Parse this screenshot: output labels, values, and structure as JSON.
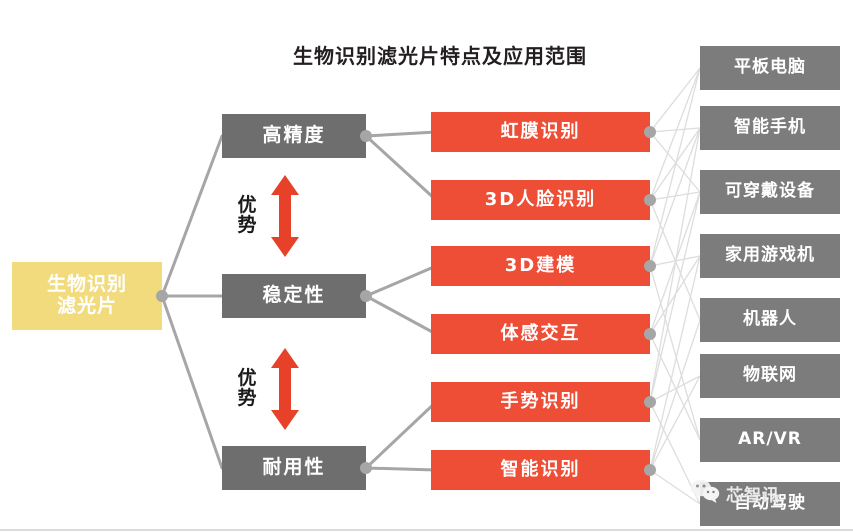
{
  "title": "生物识别滤光片特点及应用范围",
  "colors": {
    "root": "#F2DB7C",
    "feature": "#6E6E6E",
    "application": "#EE4D36",
    "market": "#7C7C7C",
    "connector": "#A6A6A6",
    "thin_connector": "#DDDDDD",
    "arrow": "#E8412A",
    "title_text": "#231F20",
    "background": "#FFFFFF"
  },
  "root": {
    "label_line1": "生物识别",
    "label_line2": "滤光片"
  },
  "features": [
    {
      "label": "高精度"
    },
    {
      "label": "稳定性"
    },
    {
      "label": "耐用性"
    }
  ],
  "advantages": [
    {
      "label_line1": "优",
      "label_line2": "势",
      "icon": "double-arrow-vertical-icon"
    },
    {
      "label_line1": "优",
      "label_line2": "势",
      "icon": "double-arrow-vertical-icon"
    }
  ],
  "applications": [
    {
      "label": "虹膜识别"
    },
    {
      "label": "3D人脸识别"
    },
    {
      "label": "3D建模"
    },
    {
      "label": "体感交互"
    },
    {
      "label": "手势识别"
    },
    {
      "label": "智能识别"
    }
  ],
  "markets": [
    {
      "label": "平板电脑"
    },
    {
      "label": "智能手机"
    },
    {
      "label": "可穿戴设备"
    },
    {
      "label": "家用游戏机"
    },
    {
      "label": "机器人"
    },
    {
      "label": "物联网"
    },
    {
      "label": "AR/VR"
    },
    {
      "label": "自动驾驶"
    }
  ],
  "watermark": {
    "text": "芯智讯",
    "icon": "wechat-logo-icon"
  }
}
